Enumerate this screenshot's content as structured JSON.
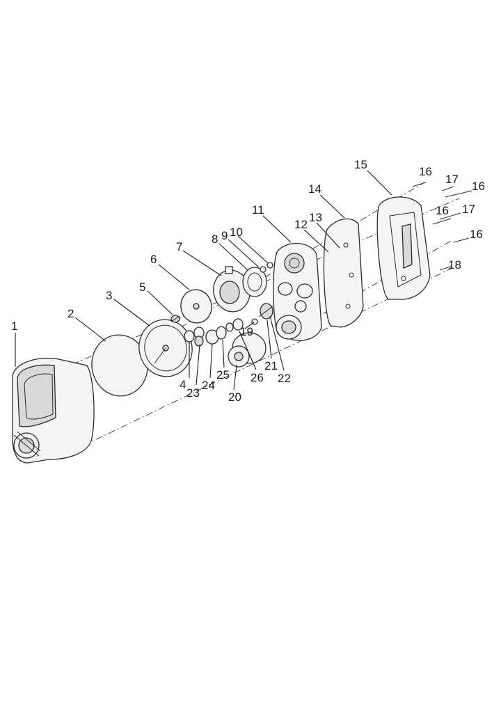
{
  "diagram": {
    "callouts": [
      "1",
      "2",
      "3",
      "4",
      "5",
      "6",
      "7",
      "8",
      "9",
      "10",
      "11",
      "12",
      "13",
      "14",
      "15",
      "16",
      "17",
      "16",
      "16",
      "17",
      "16",
      "18",
      "19",
      "20",
      "21",
      "22",
      "23",
      "24",
      "25",
      "26"
    ]
  }
}
